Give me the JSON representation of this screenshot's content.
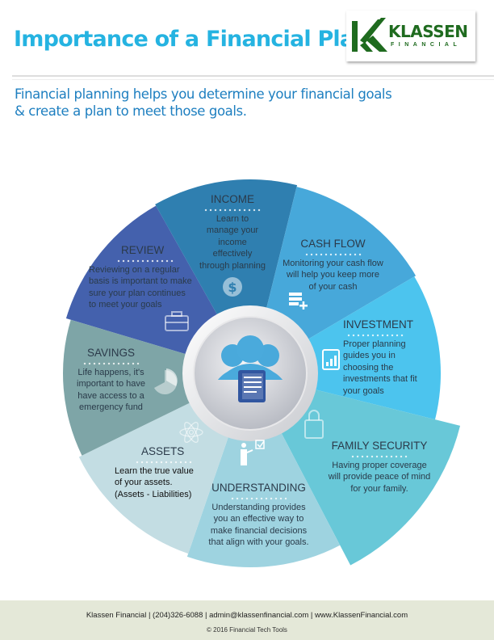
{
  "header": {
    "title": "Importance of a Financial Plan",
    "logo_name": "KLASSEN",
    "logo_sub": "FINANCIAL"
  },
  "intro": "Financial planning helps you determine your financial goals & create a plan to meet those goals.",
  "segments": [
    {
      "key": "review",
      "title": "REVIEW",
      "text": "Reviewing on a regular basis is important to make sure your plan continues to meet your goals",
      "icon": "briefcase-icon",
      "color": "#4461ad"
    },
    {
      "key": "income",
      "title": "INCOME",
      "text": "Learn to manage your income effectively through planning",
      "icon": "dollar-coin-icon",
      "color": "#2f7fb0"
    },
    {
      "key": "cashflow",
      "title": "CASH FLOW",
      "text": "Monitoring your cash flow will help you keep more of your cash",
      "icon": "database-plus-icon",
      "color": "#47a8da"
    },
    {
      "key": "investment",
      "title": "INVESTMENT",
      "text": "Proper planning guides you in choosing the investments that fit your goals",
      "icon": "bar-chart-icon",
      "color": "#4cc4ee"
    },
    {
      "key": "family",
      "title": "FAMILY SECURITY",
      "text": "Having proper coverage will provide peace of mind for your family.",
      "icon": "lock-icon",
      "color": "#68c8d8"
    },
    {
      "key": "understanding",
      "title": "UNDERSTANDING",
      "text": "Understanding provides you an effective way to make financial decisions that align with your goals.",
      "icon": "presenter-check-icon",
      "color": "#9ed3e0"
    },
    {
      "key": "assets",
      "title": "ASSETS",
      "text": "Learn the true value of your assets. (Assets - Liabilities)",
      "icon": "atom-icon",
      "color": "#c3dde3"
    },
    {
      "key": "savings",
      "title": "SAVINGS",
      "text": "Life happens, it's important to have have access to a emergency fund",
      "icon": "pie-chart-icon",
      "color": "#7ea5a7"
    }
  ],
  "footer": {
    "contact": "Klassen Financial | (204)326-6088 | admin@klassenfinancial.com | www.KlassenFinancial.com",
    "copyright": "© 2016 Financial Tech Tools"
  }
}
